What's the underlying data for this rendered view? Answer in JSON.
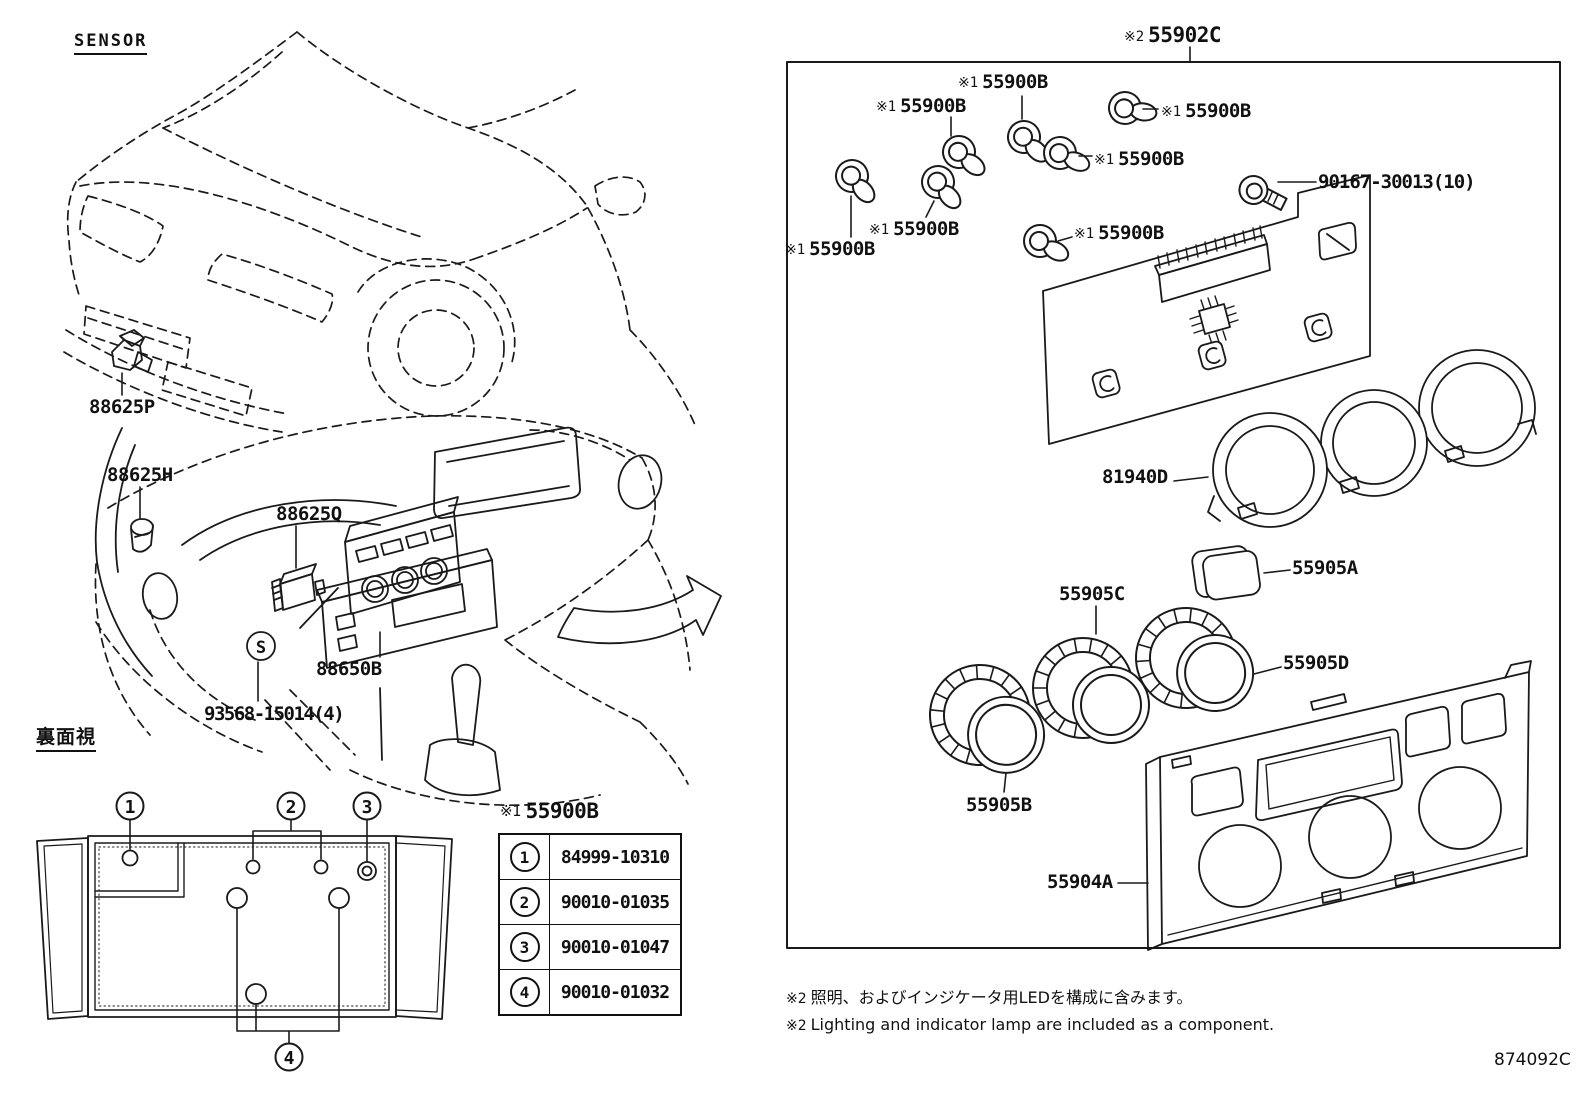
{
  "header": {
    "section_title": "SENSOR",
    "diagram_code": "874092C"
  },
  "front_view": {
    "labels": {
      "sensor": "88625P"
    }
  },
  "dash_view": {
    "labels": {
      "sensor_h": "88625H",
      "sensor_q": "88625Q",
      "control": "88650B",
      "screw": "93568-15014(4)"
    },
    "screw_symbol": "S"
  },
  "rear_view": {
    "title": "裏面視",
    "callouts": [
      "1",
      "2",
      "3",
      "4"
    ]
  },
  "bulb_table": {
    "ref_prefix": "※1",
    "part": "55900B",
    "rows": [
      {
        "no": "1",
        "part_number": "84999-10310"
      },
      {
        "no": "2",
        "part_number": "90010-01035"
      },
      {
        "no": "3",
        "part_number": "90010-01047"
      },
      {
        "no": "4",
        "part_number": "90010-01032"
      }
    ]
  },
  "assembly": {
    "ref_prefix": "※2",
    "assembly_part": "55902C",
    "bulb_ref": {
      "prefix": "※1",
      "part": "55900B"
    },
    "screw_label": "90167-30013(10)",
    "labels": {
      "bezel": "81940D",
      "lens": "55905A",
      "knob_center": "55905C",
      "knob_right": "55905D",
      "knob_left": "55905B",
      "panel": "55904A"
    }
  },
  "notes": {
    "jp_prefix": "※2",
    "jp": "照明、およびインジケータ用LEDを構成に含みます。",
    "en_prefix": "※2",
    "en": "Lighting and indicator lamp are included as a component."
  }
}
